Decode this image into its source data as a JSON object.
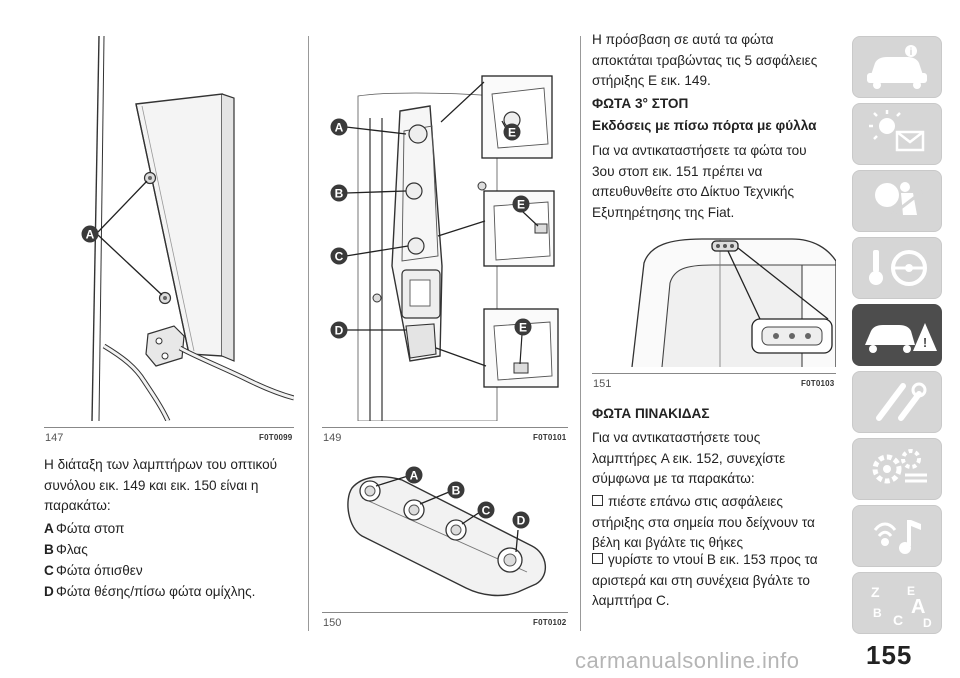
{
  "figures": {
    "fig147": {
      "number": "147",
      "code": "F0T0099",
      "callouts": [
        "A"
      ]
    },
    "fig149": {
      "number": "149",
      "code": "F0T0101",
      "callouts": [
        "A",
        "B",
        "C",
        "D",
        "E",
        "E",
        "E"
      ]
    },
    "fig150": {
      "number": "150",
      "code": "F0T0102",
      "callouts": [
        "A",
        "B",
        "C",
        "D"
      ]
    },
    "fig151": {
      "number": "151",
      "code": "F0T0103"
    }
  },
  "left_column": {
    "intro_lines": [
      "Η διάταξη των λαμπτήρων του οπτικού",
      "συνόλου εικ. 149 και εικ. 150 είναι η",
      "παρακάτω:"
    ],
    "legend": [
      {
        "letter": "A",
        "text": "Φώτα στοπ"
      },
      {
        "letter": "B",
        "text": "Φλας"
      },
      {
        "letter": "C",
        "text": "Φώτα όπισθεν"
      },
      {
        "letter": "D",
        "text": "Φώτα θέσης/πίσω φώτα ομίχλης."
      }
    ]
  },
  "right_column": {
    "access_lines": [
      "Η πρόσβαση σε αυτά τα φώτα",
      "αποκτάται τραβώντας τις 5 ασφάλειες",
      "στήριξης E εικ. 149."
    ],
    "heading_stop": "ΦΩΤΑ 3° ΣΤΟΠ",
    "subheading_stop": "Εκδόσεις με πίσω πόρτα με φύλλα",
    "stop_lines": [
      "Για να αντικαταστήσετε τα φώτα του",
      "3ου στοπ εικ. 151 πρέπει να",
      "απευθυνθείτε στο Δίκτυο Τεχνικής",
      "Εξυπηρέτησης της Fiat."
    ],
    "heading_plate": "ΦΩΤΑ ΠΙΝΑΚΙΔΑΣ",
    "plate_lines": [
      "Για να αντικαταστήσετε τους",
      "λαμπτήρες A εικ. 152, συνεχίστε",
      "σύμφωνα με τα παρακάτω:"
    ],
    "bullet1_lines": [
      "πιέστε επάνω στις ασφάλειες",
      "στήριξης στα σημεία που δείχνουν τα",
      "βέλη και βγάλτε τις θήκες"
    ],
    "bullet2_lines": [
      "γυρίστε το ντουί B εικ. 153 προς τα",
      "αριστερά και στη συνέχεια βγάλτε το",
      "λαμπτήρα C."
    ]
  },
  "sidebar_tabs": [
    {
      "icon": "car-dashboard-icon",
      "active": false
    },
    {
      "icon": "warning-lights-message-icon",
      "active": false
    },
    {
      "icon": "safety-airbag-icon",
      "active": false
    },
    {
      "icon": "key-steering-icon",
      "active": false
    },
    {
      "icon": "emergency-breakdown-icon",
      "active": true
    },
    {
      "icon": "maintenance-tools-icon",
      "active": false
    },
    {
      "icon": "technical-data-gears-icon",
      "active": false
    },
    {
      "icon": "multimedia-icon",
      "active": false
    },
    {
      "icon": "alphabetical-index-icon",
      "active": false
    }
  ],
  "page_number": "155",
  "watermark": "carmanualsonline.info"
}
